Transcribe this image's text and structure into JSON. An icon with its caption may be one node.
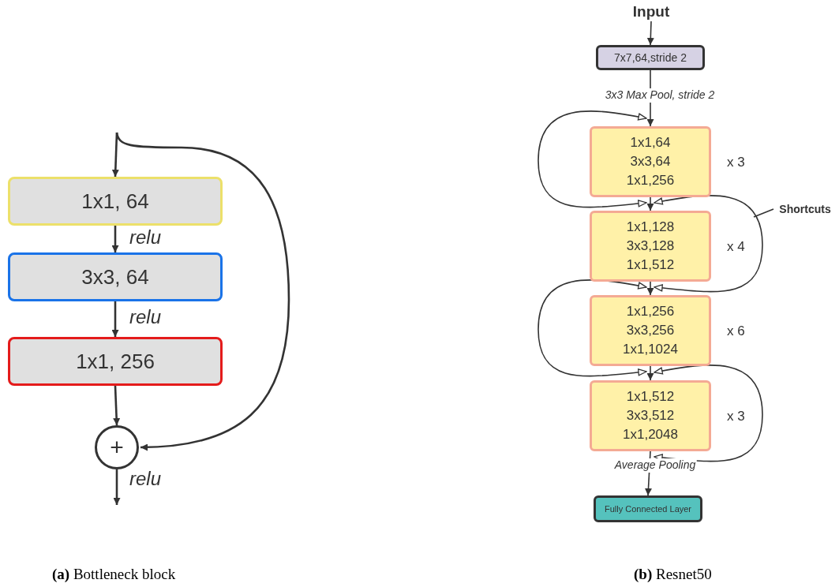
{
  "diagram": {
    "nodes": [
      {
        "text": [
          "1x1, 64"
        ]
      },
      {
        "text": [
          "3x3, 64"
        ]
      },
      {
        "text": [
          "1x1, 256"
        ]
      },
      {
        "text": [
          "+"
        ]
      },
      {
        "text": [
          "Input"
        ]
      },
      {
        "text": [
          "7x7,64,stride 2"
        ]
      },
      {
        "text": [
          "1x1,64",
          "3x3,64",
          "1x1,256"
        ],
        "beside": [
          "x 3"
        ]
      },
      {
        "text": [
          "1x1,128",
          "3x3,128",
          "1x1,512"
        ],
        "beside": [
          "x 4"
        ]
      },
      {
        "text": [
          "1x1,256",
          "3x3,256",
          "1x1,1024"
        ],
        "beside": [
          "x 6"
        ]
      },
      {
        "text": [
          "1x1,512",
          "3x3,512",
          "1x1,2048"
        ],
        "beside": [
          "x 3"
        ]
      },
      {
        "text": [
          "Fully Connected Layer"
        ]
      },
      {
        "text": [
          "Shortcuts"
        ]
      }
    ],
    "edges": [
      {
        "from": null,
        "to": 0,
        "arrow": "to"
      },
      {
        "from": 0,
        "to": 1,
        "arrow": "to",
        "label": "relu"
      },
      {
        "from": 1,
        "to": 2,
        "arrow": "to",
        "label": "relu"
      },
      {
        "from": 2,
        "to": 3,
        "arrow": "to"
      },
      {
        "from": 3,
        "to": null,
        "arrow": "to",
        "label": "relu"
      },
      {
        "from": null,
        "to": 3,
        "arrow": "to"
      },
      {
        "from": 4,
        "to": 5,
        "arrow": "to"
      },
      {
        "from": 5,
        "to": 6,
        "arrow": "to",
        "label": "3x3 Max Pool, stride 2"
      },
      {
        "from": 6,
        "to": 7,
        "arrow": "to"
      },
      {
        "from": 7,
        "to": 8,
        "arrow": "to"
      },
      {
        "from": 8,
        "to": 9,
        "arrow": "to"
      },
      {
        "from": 9,
        "to": 10,
        "arrow": "to",
        "label": "Average Pooling"
      },
      {
        "from": 6,
        "to": 6,
        "arrow": "both"
      },
      {
        "from": 7,
        "to": 7,
        "arrow": "both"
      },
      {
        "from": 8,
        "to": 8,
        "arrow": "both"
      },
      {
        "from": 9,
        "to": 9,
        "arrow": "both"
      },
      {
        "from": 11,
        "to": null,
        "arrow": "none"
      }
    ],
    "labels": [
      "**(a)** Bottleneck block",
      "**(b)** Resnet50"
    ]
  }
}
